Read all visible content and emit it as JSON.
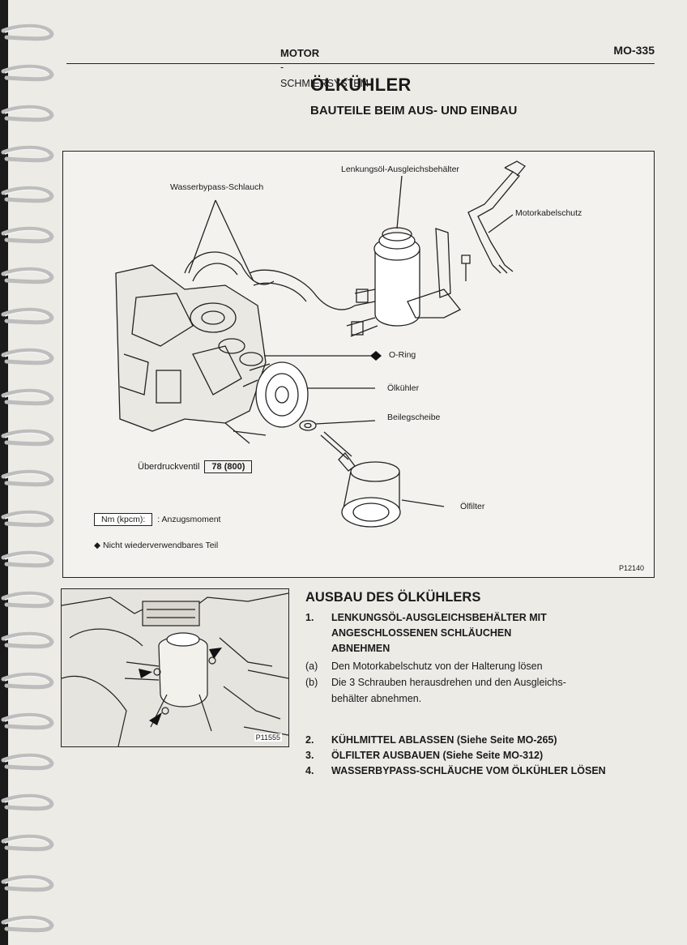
{
  "header": {
    "section": "MOTOR",
    "separator": " - ",
    "subsection": "SCHMIERSYSTEM",
    "page_number": "MO-335"
  },
  "title": "ÖLKÜHLER",
  "subtitle": "BAUTEILE BEIM AUS- UND EINBAU",
  "figure1": {
    "labels": {
      "reservoir": "Lenkungsöl-Ausgleichsbehälter",
      "bypass_hose": "Wasserbypass-Schlauch",
      "cable_guard": "Motorkabelschutz",
      "o_ring": "O-Ring",
      "oil_cooler": "Ölkühler",
      "washer": "Beilegscheibe",
      "relief_valve": "Überdruckventil",
      "oil_filter": "Ölfilter"
    },
    "torque_value": "78 (800)",
    "legend": {
      "nm_box": "Nm (kpcm):",
      "nm_text": ": Anzugsmoment",
      "diamond_text": "Nicht wiederverwendbares Teil"
    },
    "figure_id": "P12140"
  },
  "figure2": {
    "figure_id": "P11555"
  },
  "removal": {
    "heading": "AUSBAU DES ÖLKÜHLERS",
    "step1": {
      "number": "1.",
      "lines": [
        "LENKUNGSÖL-AUSGLEICHSBEHÄLTER MIT",
        "ANGESCHLOSSENEN SCHLÄUCHEN",
        "ABNEHMEN"
      ],
      "substeps": [
        {
          "label": "(a)",
          "lines": [
            "Den Motorkabelschutz von der Halterung lösen"
          ]
        },
        {
          "label": "(b)",
          "lines": [
            "Die 3 Schrauben herausdrehen und den Ausgleichs-",
            "behälter abnehmen."
          ]
        }
      ]
    },
    "steps": [
      {
        "number": "2.",
        "text": "KÜHLMITTEL ABLASSEN (Siehe Seite MO-265)"
      },
      {
        "number": "3.",
        "text": "ÖLFILTER AUSBAUEN (Siehe Seite MO-312)"
      },
      {
        "number": "4.",
        "text": "WASSERBYPASS-SCHLÄUCHE VOM ÖLKÜHLER LÖSEN"
      }
    ]
  }
}
